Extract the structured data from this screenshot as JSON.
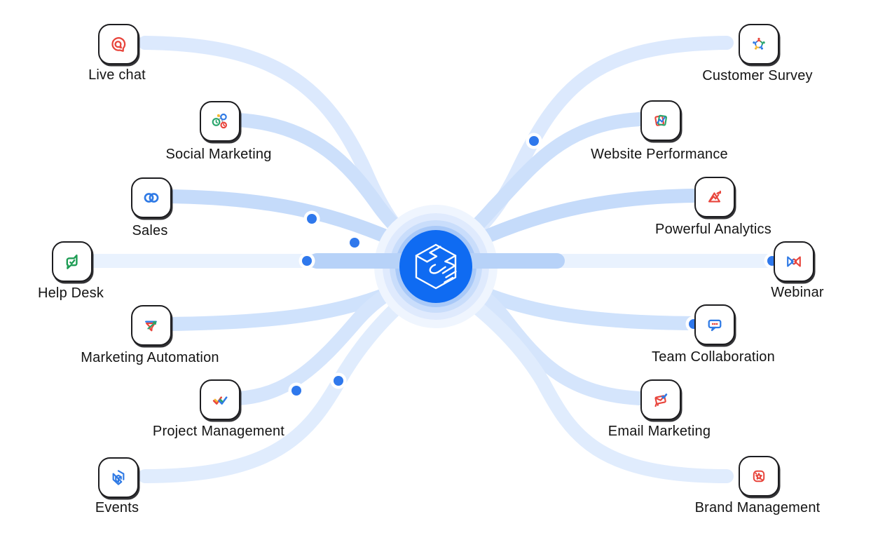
{
  "hub": {
    "icon": "cube-handshake-icon",
    "color": "#0f6bf2"
  },
  "left_nodes": [
    {
      "label": "Live chat",
      "icon": "live-chat-icon"
    },
    {
      "label": "Social Marketing",
      "icon": "social-marketing-icon"
    },
    {
      "label": "Sales",
      "icon": "sales-icon"
    },
    {
      "label": "Help Desk",
      "icon": "help-desk-icon"
    },
    {
      "label": "Marketing Automation",
      "icon": "marketing-automation-icon"
    },
    {
      "label": "Project Management",
      "icon": "project-management-icon"
    },
    {
      "label": "Events",
      "icon": "events-icon"
    }
  ],
  "right_nodes": [
    {
      "label": "Customer Survey",
      "icon": "customer-survey-icon"
    },
    {
      "label": "Website Performance",
      "icon": "website-performance-icon"
    },
    {
      "label": "Powerful Analytics",
      "icon": "powerful-analytics-icon"
    },
    {
      "label": "Webinar",
      "icon": "webinar-icon"
    },
    {
      "label": "Team Collaboration",
      "icon": "team-collaboration-icon"
    },
    {
      "label": "Email Marketing",
      "icon": "email-marketing-icon"
    },
    {
      "label": "Brand Management",
      "icon": "brand-management-icon"
    }
  ],
  "colors": {
    "hub_blue": "#0f6bf2",
    "connector_light": "#e6f0fd",
    "connector_mid": "#cfe2fc",
    "connector_strong": "#b7d2f8",
    "flow_dot": "#2f78ec",
    "icon_border": "#1d1d20",
    "icon_red": "#e8453c",
    "icon_green": "#28a56c",
    "icon_blue": "#2f7ae5",
    "icon_yellow": "#f5b72e"
  }
}
